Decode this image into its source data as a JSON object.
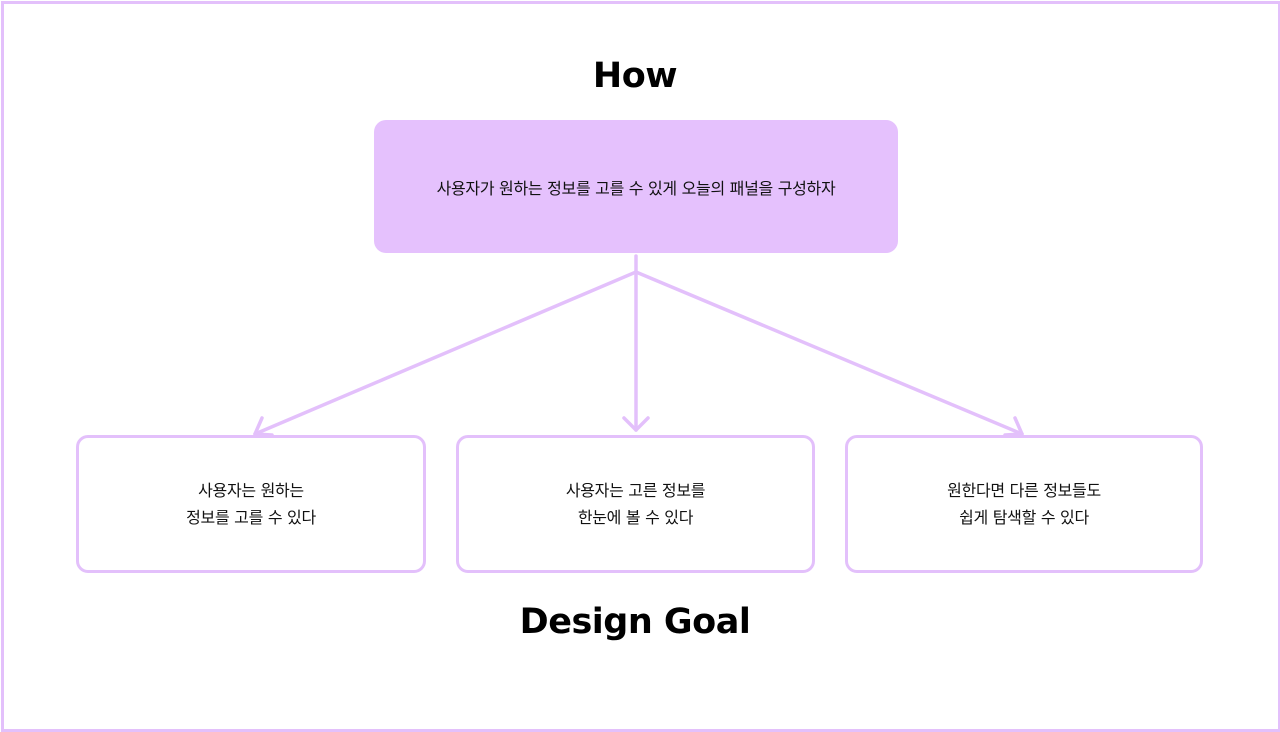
{
  "how": {
    "title": "How",
    "statement": "사용자가 원하는 정보를 고를 수 있게 오늘의 패널을 구성하자"
  },
  "design_goal": {
    "title": "Design Goal",
    "goals": [
      {
        "line1": "사용자는 원하는",
        "line2": "정보를 고를 수 있다"
      },
      {
        "line1": "사용자는 고른 정보를",
        "line2": "한눈에 볼 수 있다"
      },
      {
        "line1": "원한다면 다른 정보들도",
        "line2": "쉽게 탐색할 수 있다"
      }
    ]
  },
  "colors": {
    "accent": "#e3c0fb",
    "statement_fill": "#e5c1fd",
    "arrow": "#e3c0fb"
  }
}
